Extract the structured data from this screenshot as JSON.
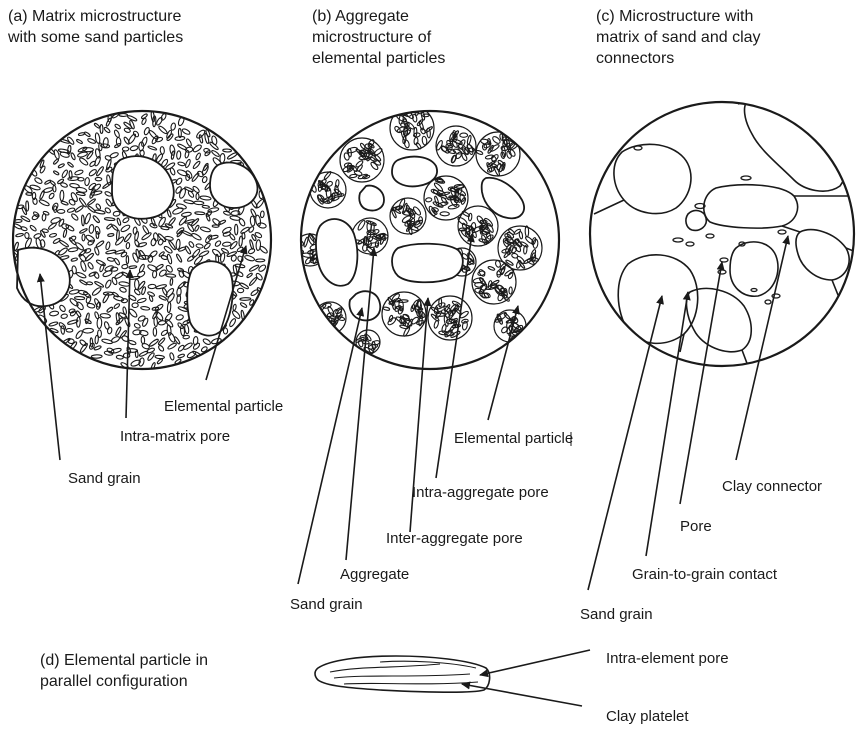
{
  "panels": {
    "a": {
      "title": "(a) Matrix microstructure\nwith some sand particles",
      "labels": {
        "elemental_particle": "Elemental particle",
        "intra_matrix_pore": "Intra-matrix pore",
        "sand_grain": "Sand grain"
      }
    },
    "b": {
      "title": "(b) Aggregate\nmicrostructure of\nelemental particles",
      "labels": {
        "elemental_particle": "Elemental particle",
        "intra_aggregate_pore": "Intra-aggregate pore",
        "inter_aggregate_pore": "Inter-aggregate pore",
        "aggregate": "Aggregate",
        "sand_grain": "Sand grain"
      }
    },
    "c": {
      "title": "(c) Microstructure with\nmatrix of sand and clay\nconnectors",
      "labels": {
        "clay_connector": "Clay connector",
        "pore": "Pore",
        "grain_to_grain_contact": "Grain-to-grain contact",
        "sand_grain": "Sand grain"
      }
    },
    "d": {
      "title": "(d) Elemental particle in\nparallel configuration",
      "labels": {
        "intra_element_pore": "Intra-element pore",
        "clay_platelet": "Clay platelet"
      }
    }
  },
  "colors": {
    "ink": "#1a1a1a",
    "background": "#ffffff"
  }
}
